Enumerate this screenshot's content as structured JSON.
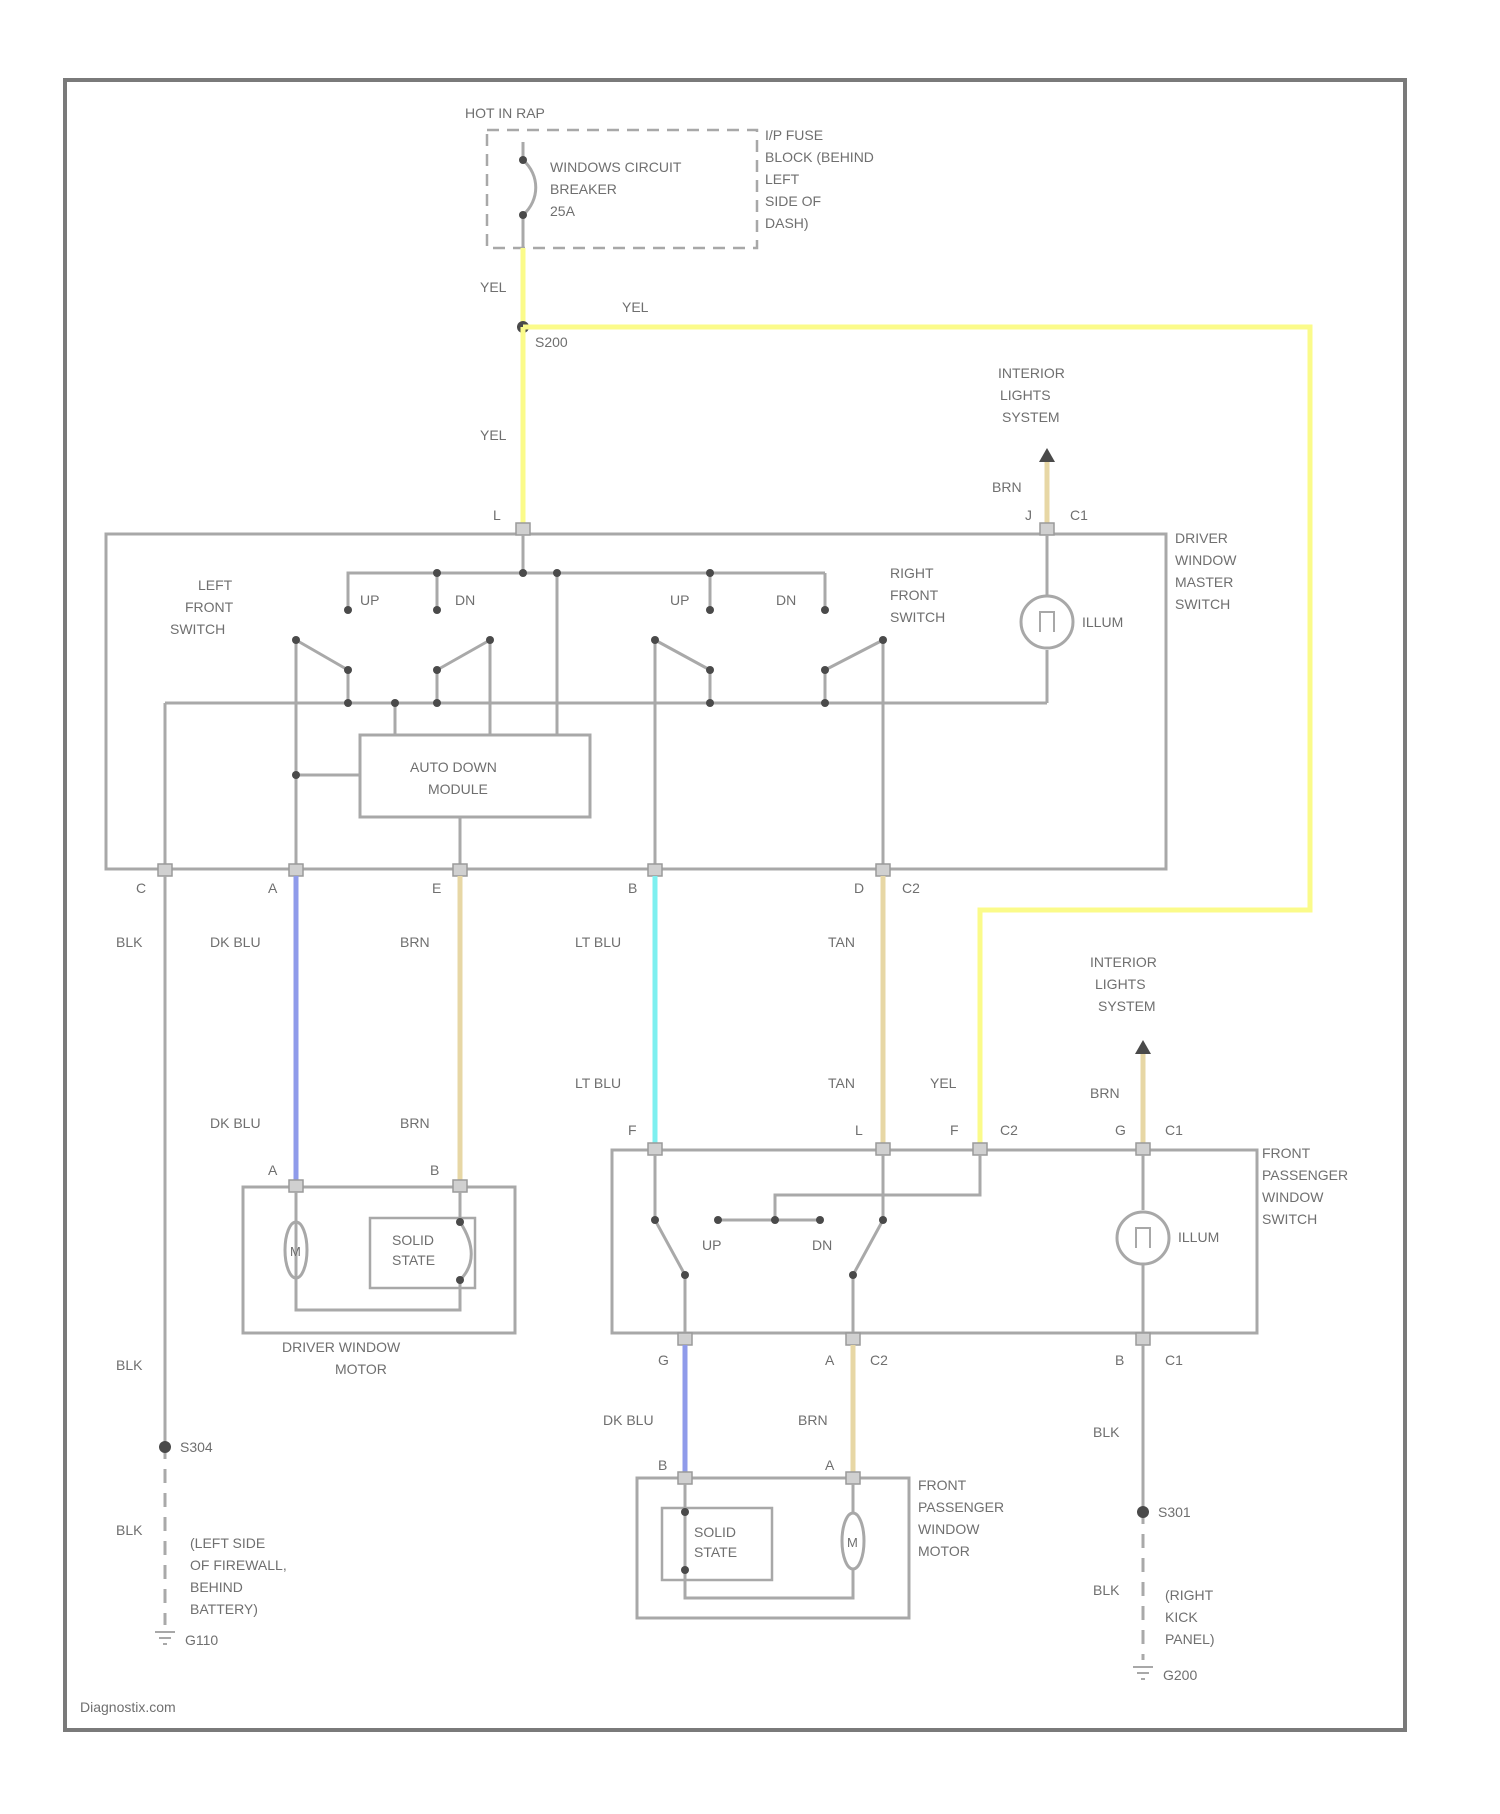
{
  "colors": {
    "YEL": "#fbfb8a",
    "DK_BLU": "#8f9bea",
    "LT_BLU": "#7ef0f0",
    "BRN": "#e7d7a5",
    "TAN": "#e7d7a5",
    "BLK": "#a9a9a9",
    "wire_default": "#a9a9a9"
  },
  "power": {
    "hot_label": "HOT IN RAP",
    "breaker_label": "WINDOWS CIRCUIT BREAKER 25A",
    "fuse_block_label": "I/P FUSE BLOCK (BEHIND LEFT SIDE OF DASH)"
  },
  "splices": {
    "top": "S200",
    "left_ground": "S304",
    "right_ground": "S301"
  },
  "interior_lights": {
    "driver": "INTERIOR LIGHTS SYSTEM",
    "passenger": "INTERIOR LIGHTS SYSTEM"
  },
  "driver_switch": {
    "name": "DRIVER WINDOW MASTER SWITCH",
    "left_front": "LEFT FRONT SWITCH",
    "right_front": "RIGHT FRONT SWITCH",
    "up": "UP",
    "dn": "DN",
    "auto_down": "AUTO DOWN MODULE",
    "illum": "ILLUM"
  },
  "passenger_switch": {
    "name": "FRONT PASSENGER WINDOW SWITCH",
    "up": "UP",
    "dn": "DN",
    "illum": "ILLUM"
  },
  "motors": {
    "driver": "DRIVER WINDOW MOTOR",
    "passenger": "FRONT PASSENGER WINDOW MOTOR",
    "solid_state": "SOLID STATE",
    "m": "M"
  },
  "grounds": {
    "left": "(LEFT SIDE OF FIREWALL, BEHIND BATTERY)",
    "left_id": "G110",
    "right": "(RIGHT KICK PANEL)",
    "right_id": "G200"
  },
  "wire_labels": {
    "yel": "YEL",
    "blk": "BLK",
    "dk_blu": "DK BLU",
    "brn": "BRN",
    "lt_blu": "LT BLU",
    "tan": "TAN"
  },
  "pins": {
    "L": "L",
    "J": "J",
    "C1": "C1",
    "C2": "C2",
    "C": "C",
    "A": "A",
    "E": "E",
    "B": "B",
    "D": "D",
    "F": "F",
    "G": "G"
  },
  "watermark": "Diagnostix.com"
}
